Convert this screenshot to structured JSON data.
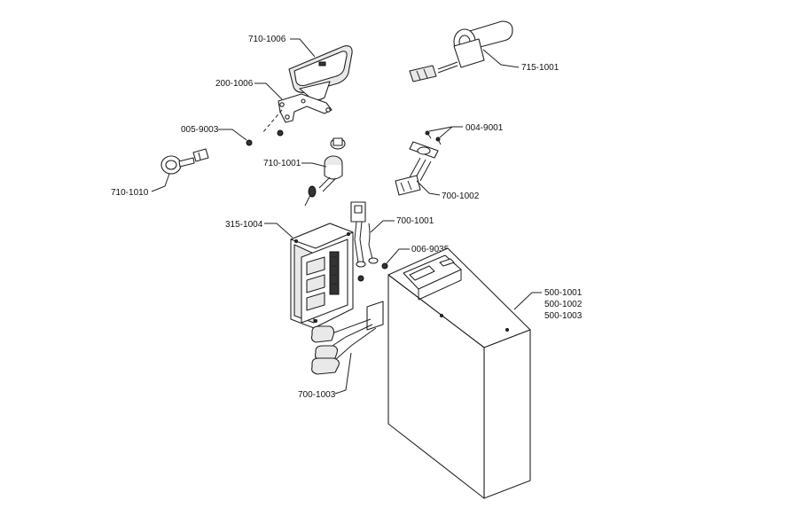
{
  "labels": {
    "lbl_710_1006": "710-1006",
    "lbl_715_1001": "715-1001",
    "lbl_200_1006": "200-1006",
    "lbl_005_9003": "005-9003",
    "lbl_004_9001": "004-9001",
    "lbl_710_1001": "710-1001",
    "lbl_700_1002": "700-1002",
    "lbl_710_1010": "710-1010",
    "lbl_315_1004": "315-1004",
    "lbl_700_1001": "700-1001",
    "lbl_006_9035": "006-9035",
    "lbl_500_1001": "500-1001",
    "lbl_500_1002": "500-1002",
    "lbl_500_1003": "500-1003",
    "lbl_700_1003": "700-1003"
  }
}
